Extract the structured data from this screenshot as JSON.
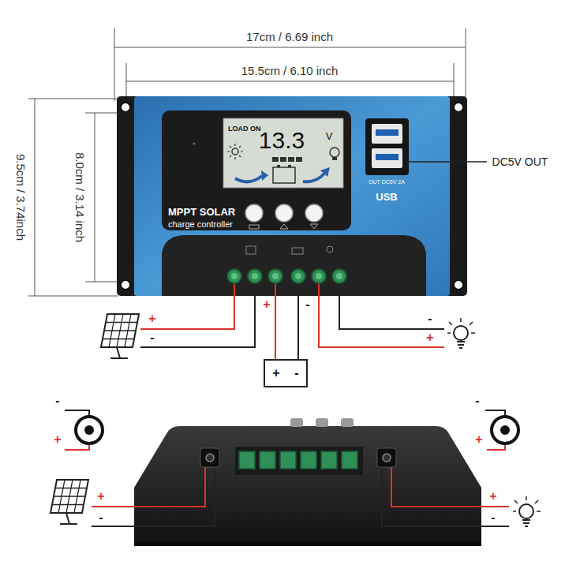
{
  "diagram": {
    "nodes": [
      {
        "text": [
          "MPPT SOLAR",
          "charge controller",
          "OUT DC5V 2A",
          "USB"
        ]
      },
      {
        "text": [
          "LOAD ON",
          "13.3",
          "V"
        ],
        "in": 0
      },
      {
        "text": [
          "+",
          "-"
        ]
      }
    ],
    "edges": [
      {
        "from": 0,
        "to": 2,
        "arrow": "none",
        "label": "+"
      },
      {
        "from": 0,
        "to": 2,
        "arrow": "none",
        "label": "-"
      }
    ],
    "labels": [
      "17cm / 6.69 inch",
      "15.5cm / 6.10 inch",
      "9.5cm / 3.74inch",
      "8.0cm / 3.14 inch",
      "DC5V OUT",
      "+",
      "-",
      "-",
      "+",
      "-",
      "+",
      "+",
      "-",
      "-",
      "+",
      "+",
      "-"
    ]
  }
}
